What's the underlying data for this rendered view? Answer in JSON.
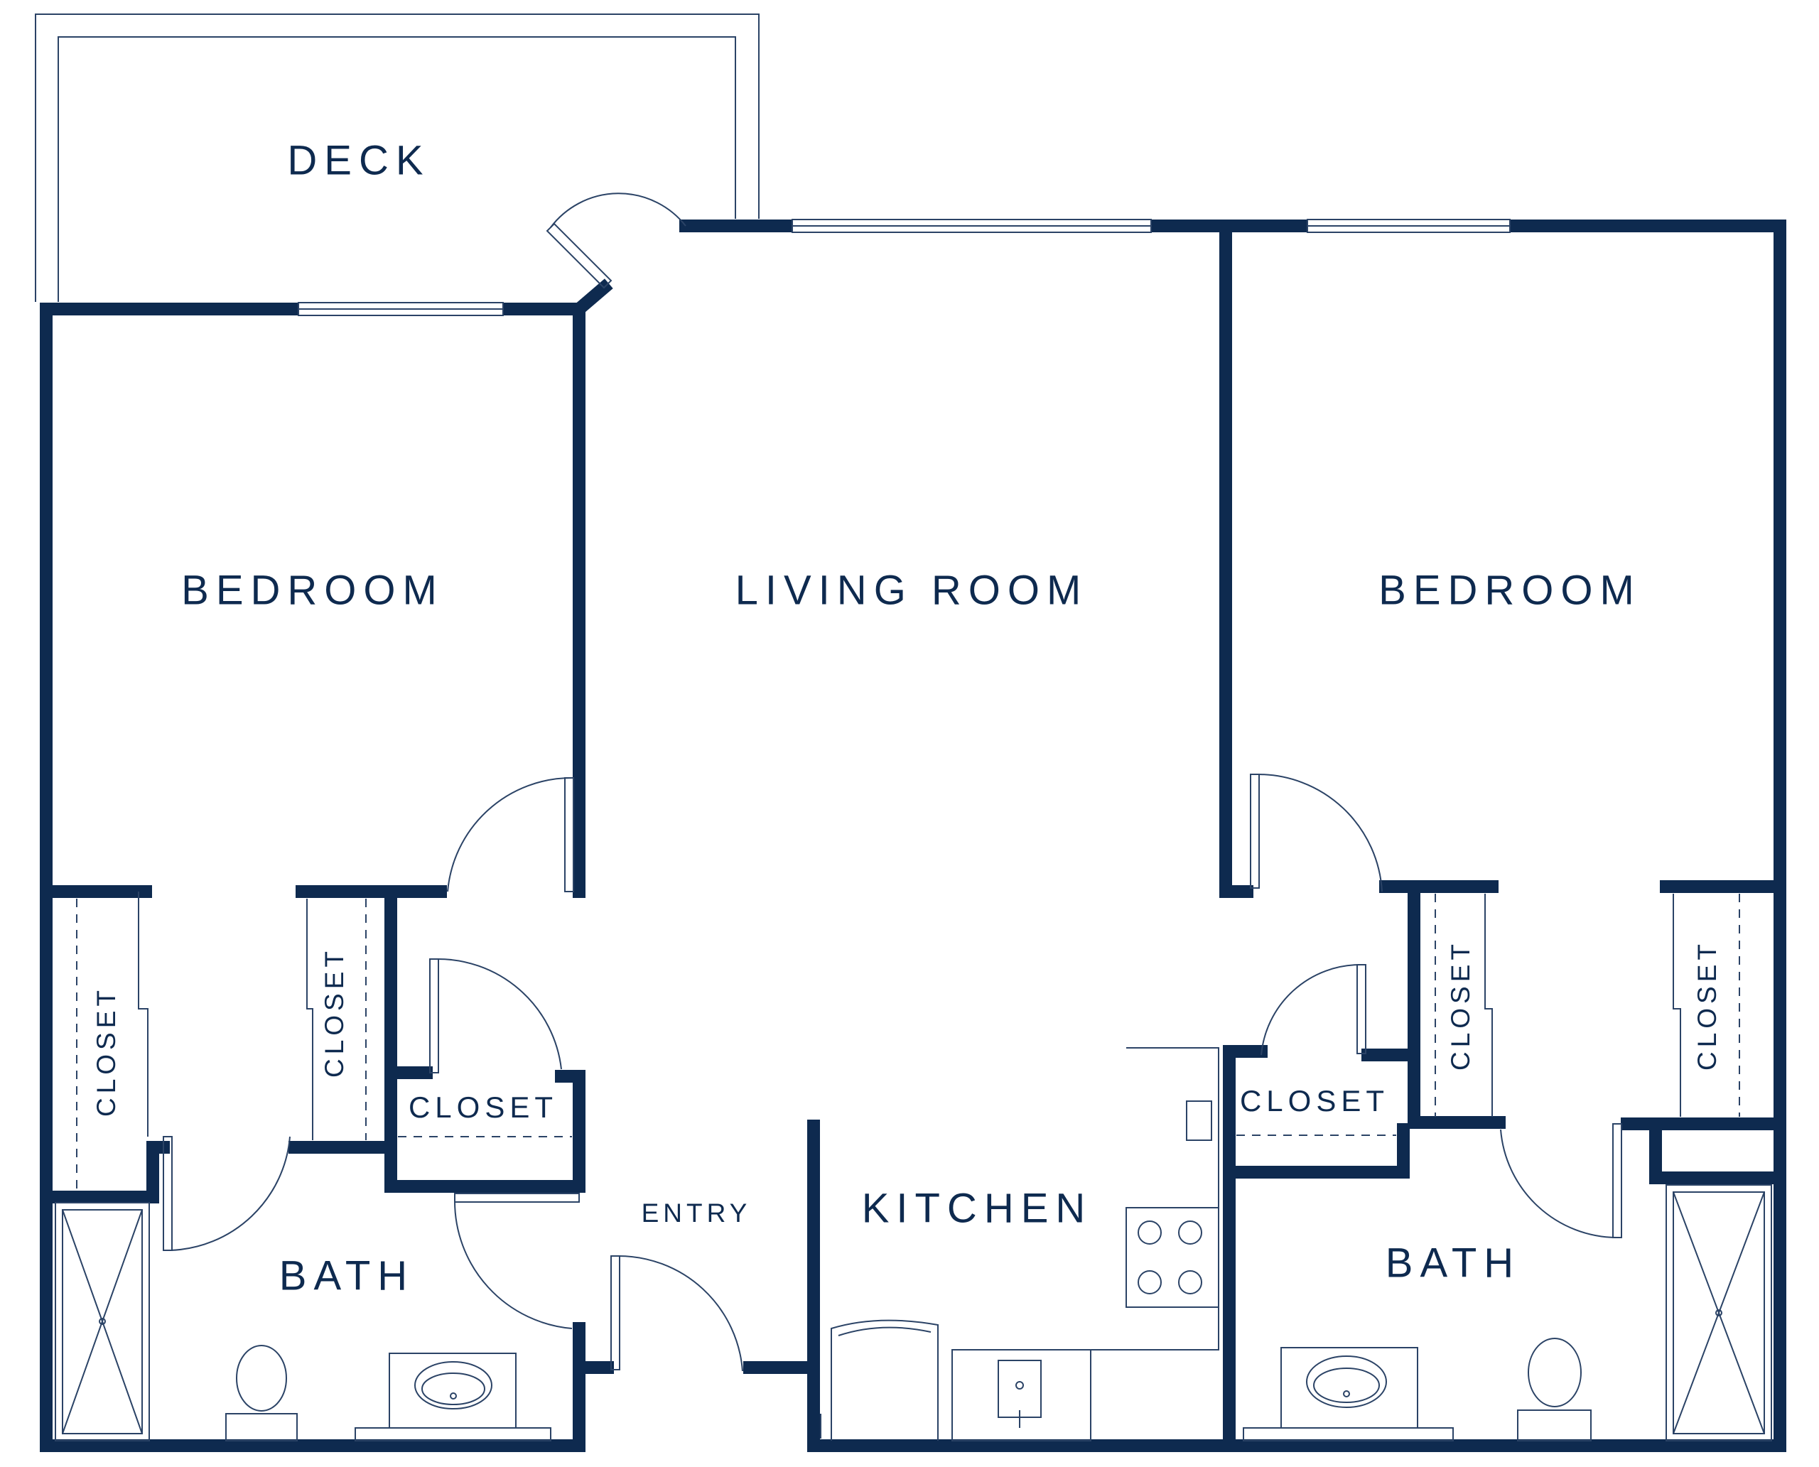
{
  "rooms": {
    "deck": "DECK",
    "bedroom_left": "BEDROOM",
    "living_room": "LIVING ROOM",
    "bedroom_right": "BEDROOM",
    "closet_left_1": "CLOSET",
    "closet_left_2": "CLOSET",
    "closet_left_3": "CLOSET",
    "closet_right_1": "CLOSET",
    "closet_right_2": "CLOSET",
    "closet_right_3": "CLOSET",
    "bath_left": "BATH",
    "bath_right": "BATH",
    "entry": "ENTRY",
    "kitchen": "KITCHEN"
  },
  "colors": {
    "wall": "#0e2a4f",
    "line": "#2b4366",
    "background": "#ffffff"
  }
}
